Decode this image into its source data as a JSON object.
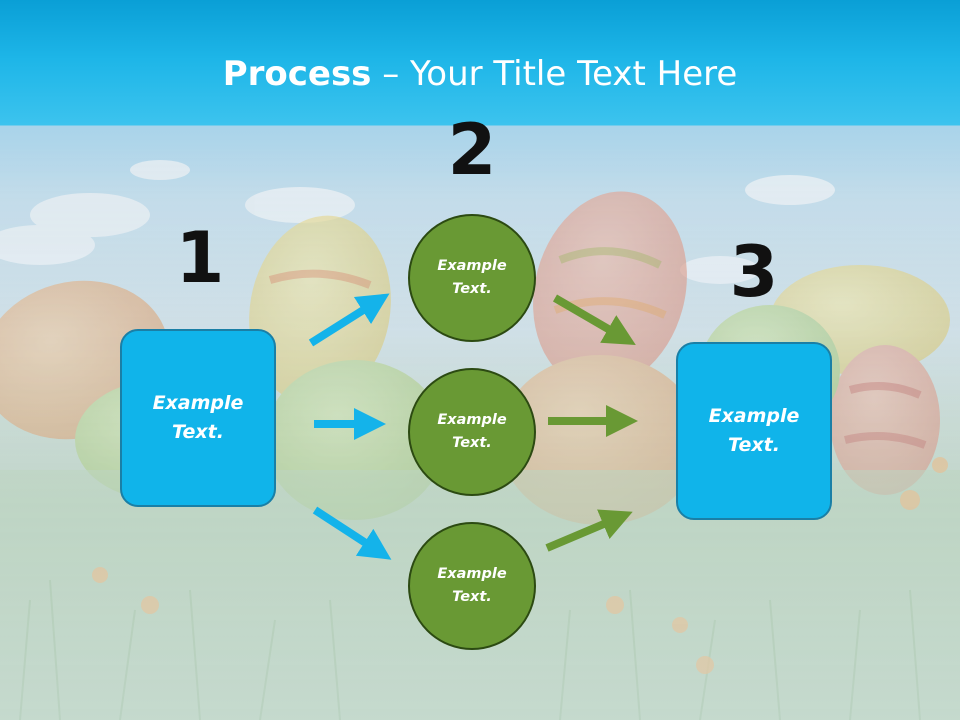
{
  "title": {
    "bold": "Process",
    "rest": " – Your Title Text Here"
  },
  "steps": {
    "one": "1",
    "two": "2",
    "three": "3"
  },
  "boxes": {
    "left": [
      "Example",
      "Text."
    ],
    "right": [
      "Example",
      "Text."
    ]
  },
  "circles": {
    "top": [
      "Example",
      "Text."
    ],
    "middle": [
      "Example",
      "Text."
    ],
    "bottom": [
      "Example",
      "Text."
    ]
  },
  "colors": {
    "blue_box": "#10b4ea",
    "green_circle": "#699934",
    "blue_arrow": "#14b3ea",
    "green_arrow": "#699934"
  }
}
